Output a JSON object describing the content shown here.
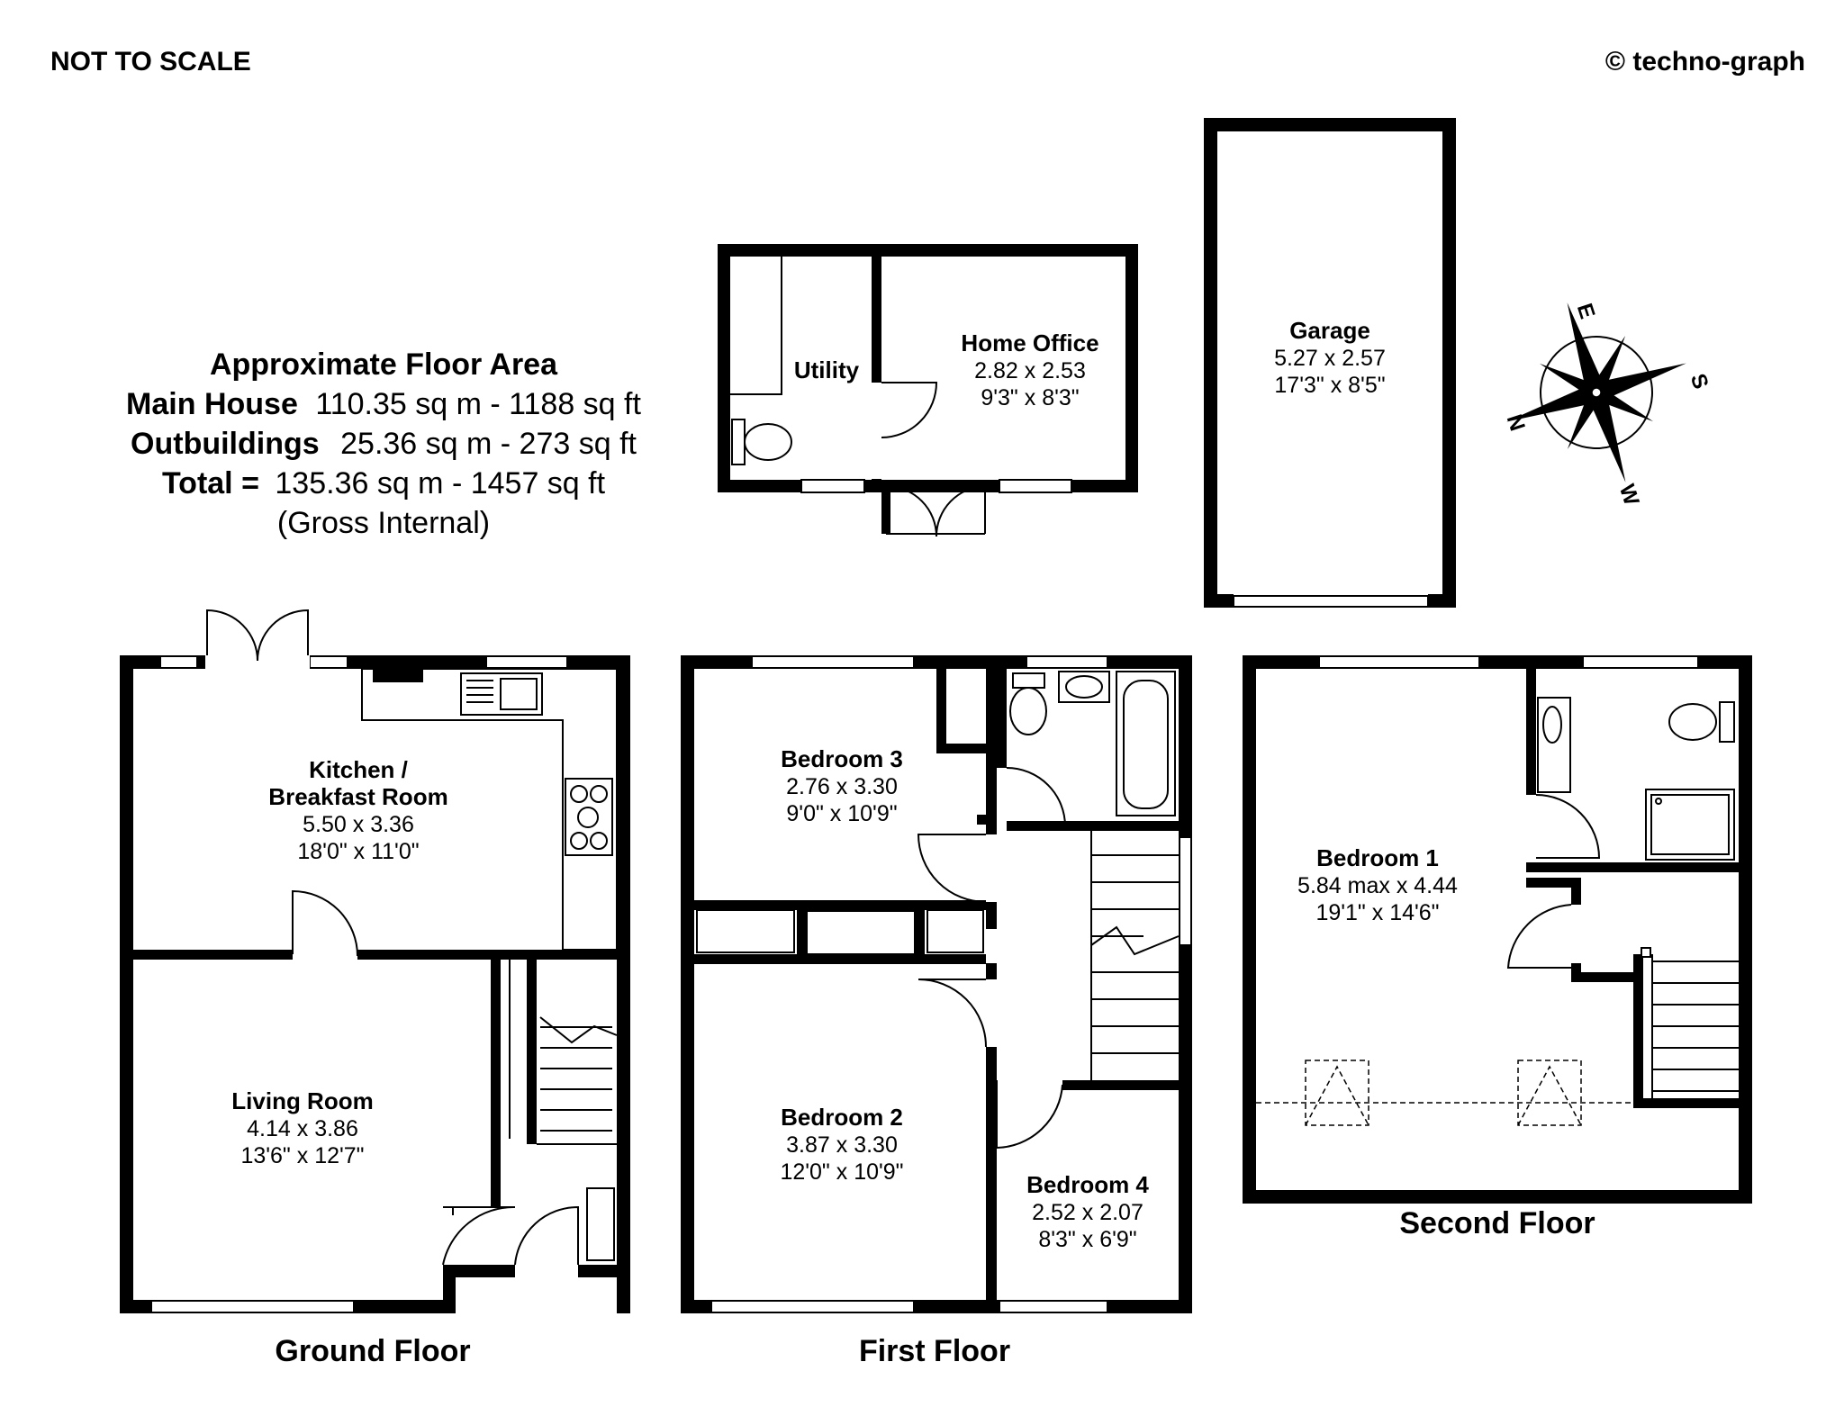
{
  "header": {
    "scale_note": "NOT TO SCALE",
    "copyright": "© techno-graph"
  },
  "area_summary": {
    "title": "Approximate Floor Area",
    "main_house_label": "Main House",
    "main_house_value": "110.35 sq m - 1188 sq ft",
    "outbuildings_label": "Outbuildings",
    "outbuildings_value": "25.36 sq m - 273 sq ft",
    "total_label": "Total =",
    "total_value": "135.36 sq m - 1457 sq ft",
    "note": "(Gross Internal)"
  },
  "outbuildings": {
    "utility": {
      "name": "Utility"
    },
    "home_office": {
      "name": "Home Office",
      "metric": "2.82 x 2.53",
      "imperial": "9'3\" x 8'3\""
    },
    "garage": {
      "name": "Garage",
      "metric": "5.27 x 2.57",
      "imperial": "17'3\" x 8'5\""
    }
  },
  "compass": {
    "n": "N",
    "e": "E",
    "s": "S",
    "w": "W"
  },
  "floors": {
    "ground": {
      "label": "Ground Floor",
      "kitchen": {
        "name_line1": "Kitchen /",
        "name_line2": "Breakfast Room",
        "metric": "5.50 x 3.36",
        "imperial": "18'0\" x 11'0\""
      },
      "living": {
        "name": "Living Room",
        "metric": "4.14 x 3.86",
        "imperial": "13'6\" x 12'7\""
      }
    },
    "first": {
      "label": "First Floor",
      "bedroom3": {
        "name": "Bedroom 3",
        "metric": "2.76 x 3.30",
        "imperial": "9'0\" x 10'9\""
      },
      "bedroom2": {
        "name": "Bedroom 2",
        "metric": "3.87 x 3.30",
        "imperial": "12'0\" x 10'9\""
      },
      "bedroom4": {
        "name": "Bedroom 4",
        "metric": "2.52 x 2.07",
        "imperial": "8'3\" x 6'9\""
      }
    },
    "second": {
      "label": "Second Floor",
      "bedroom1": {
        "name": "Bedroom 1",
        "metric": "5.84 max x 4.44",
        "imperial": "19'1\" x 14'6\""
      }
    }
  }
}
